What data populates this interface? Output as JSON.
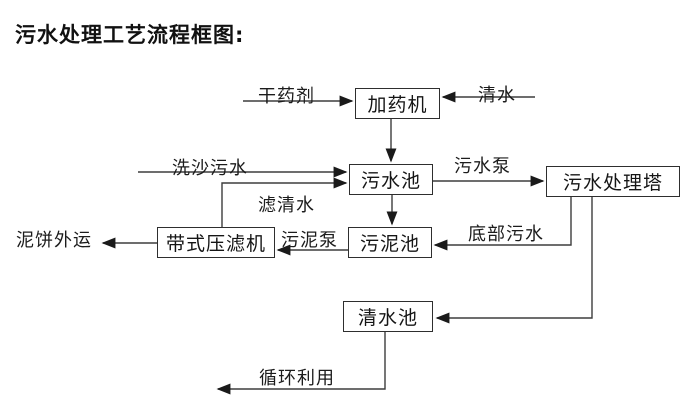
{
  "title": "污水处理工艺流程框图:",
  "colors": {
    "background": "#ffffff",
    "line": "#3d3d3d",
    "arrowhead": "#1a1a1a",
    "box_border": "#2e2e2e",
    "text": "#111111"
  },
  "diagram": {
    "nodes": [
      {
        "id": "dosing-machine",
        "label": "加药机"
      },
      {
        "id": "sewage-pool",
        "label": "污水池"
      },
      {
        "id": "sewage-treatment-tower",
        "label": "污水处理塔"
      },
      {
        "id": "sludge-pool",
        "label": "污泥池"
      },
      {
        "id": "belt-filter-press",
        "label": "带式压滤机"
      },
      {
        "id": "clean-water-pool",
        "label": "清水池"
      }
    ],
    "flow_labels": [
      {
        "id": "dry-agent",
        "text": "干药剂"
      },
      {
        "id": "clean-water",
        "text": "清水"
      },
      {
        "id": "sand-washing-sewage",
        "text": "洗沙污水"
      },
      {
        "id": "sewage-pump",
        "text": "污水泵"
      },
      {
        "id": "filtered-clean-water",
        "text": "滤清水"
      },
      {
        "id": "bottom-sewage",
        "text": "底部污水"
      },
      {
        "id": "mud-cake-outbound",
        "text": "泥饼外运"
      },
      {
        "id": "sludge-pump",
        "text": "污泥泵"
      },
      {
        "id": "recycle-reuse",
        "text": "循环利用"
      }
    ],
    "edges": [
      {
        "from": "干药剂",
        "to": "加药机",
        "label": ""
      },
      {
        "from": "清水",
        "to": "加药机",
        "label": ""
      },
      {
        "from": "加药机",
        "to": "污水池",
        "label": ""
      },
      {
        "from": "洗沙污水",
        "to": "污水池",
        "label": ""
      },
      {
        "from": "带式压滤机",
        "to": "污水池",
        "label": "滤清水"
      },
      {
        "from": "污水池",
        "to": "污水处理塔",
        "label": "污水泵"
      },
      {
        "from": "污水池",
        "to": "污泥池",
        "label": ""
      },
      {
        "from": "污水处理塔",
        "to": "污泥池",
        "label": "底部污水"
      },
      {
        "from": "污水处理塔",
        "to": "清水池",
        "label": ""
      },
      {
        "from": "污泥池",
        "to": "带式压滤机",
        "label": "污泥泵"
      },
      {
        "from": "带式压滤机",
        "to": "泥饼外运",
        "label": ""
      },
      {
        "from": "清水池",
        "to": "循环利用",
        "label": ""
      }
    ]
  }
}
